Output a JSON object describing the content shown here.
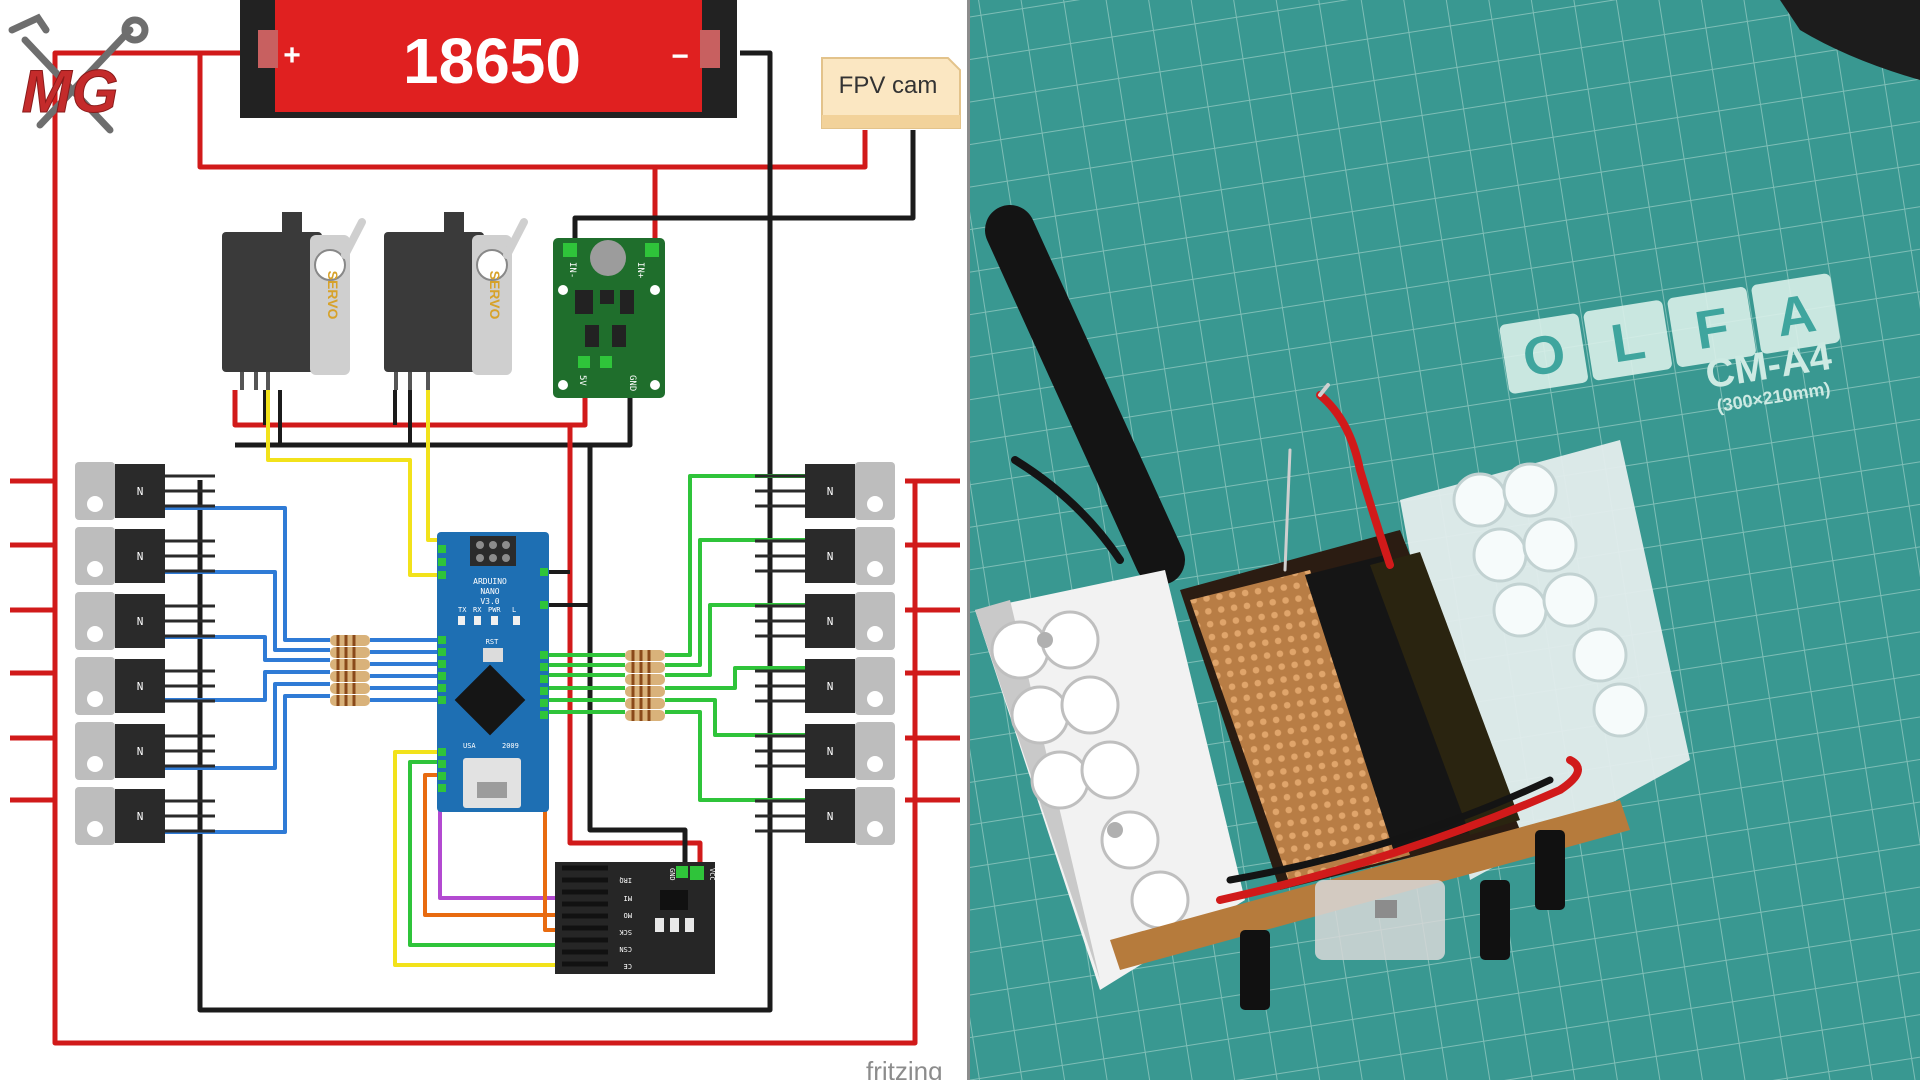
{
  "logo": {
    "text": "MG",
    "icon": "hammer-wrench-icon"
  },
  "battery": {
    "label": "18650",
    "plus": "+",
    "minus": "−"
  },
  "fpv_cam": {
    "label": "FPV cam"
  },
  "servo": {
    "label": "SERVO"
  },
  "boost": {
    "pins": [
      "IN-",
      "IN+",
      "5V",
      "GND"
    ]
  },
  "arduino": {
    "name_lines": [
      "ARDUINO",
      "NANO",
      "V3.0"
    ],
    "small_labels": [
      "RST",
      "USA",
      "2009"
    ],
    "led_labels": [
      "TX",
      "RX",
      "PWR",
      "L"
    ]
  },
  "mosfet": {
    "label": "N"
  },
  "nrf": {
    "pins": [
      "GND",
      "VCC",
      "IRQ",
      "MI",
      "MO",
      "SCK",
      "CSN",
      "CE"
    ]
  },
  "watermark": {
    "text": "fritzing"
  },
  "mat": {
    "brand_letters": [
      "O",
      "L",
      "F",
      "A"
    ],
    "model": "CM-A4",
    "size": "(300×210mm)"
  },
  "colors": {
    "wire_red": "#d11a1a",
    "wire_black": "#1b1b1b",
    "wire_blue": "#2f7bd6",
    "wire_green": "#2fc43a",
    "wire_yellow": "#f2e21b",
    "wire_orange": "#e86b10",
    "wire_purple": "#b34ad1",
    "battery_red": "#e02020",
    "nano_blue": "#1e6fb3",
    "module_green": "#1f6e2c",
    "mat_green": "#3fa59e"
  }
}
